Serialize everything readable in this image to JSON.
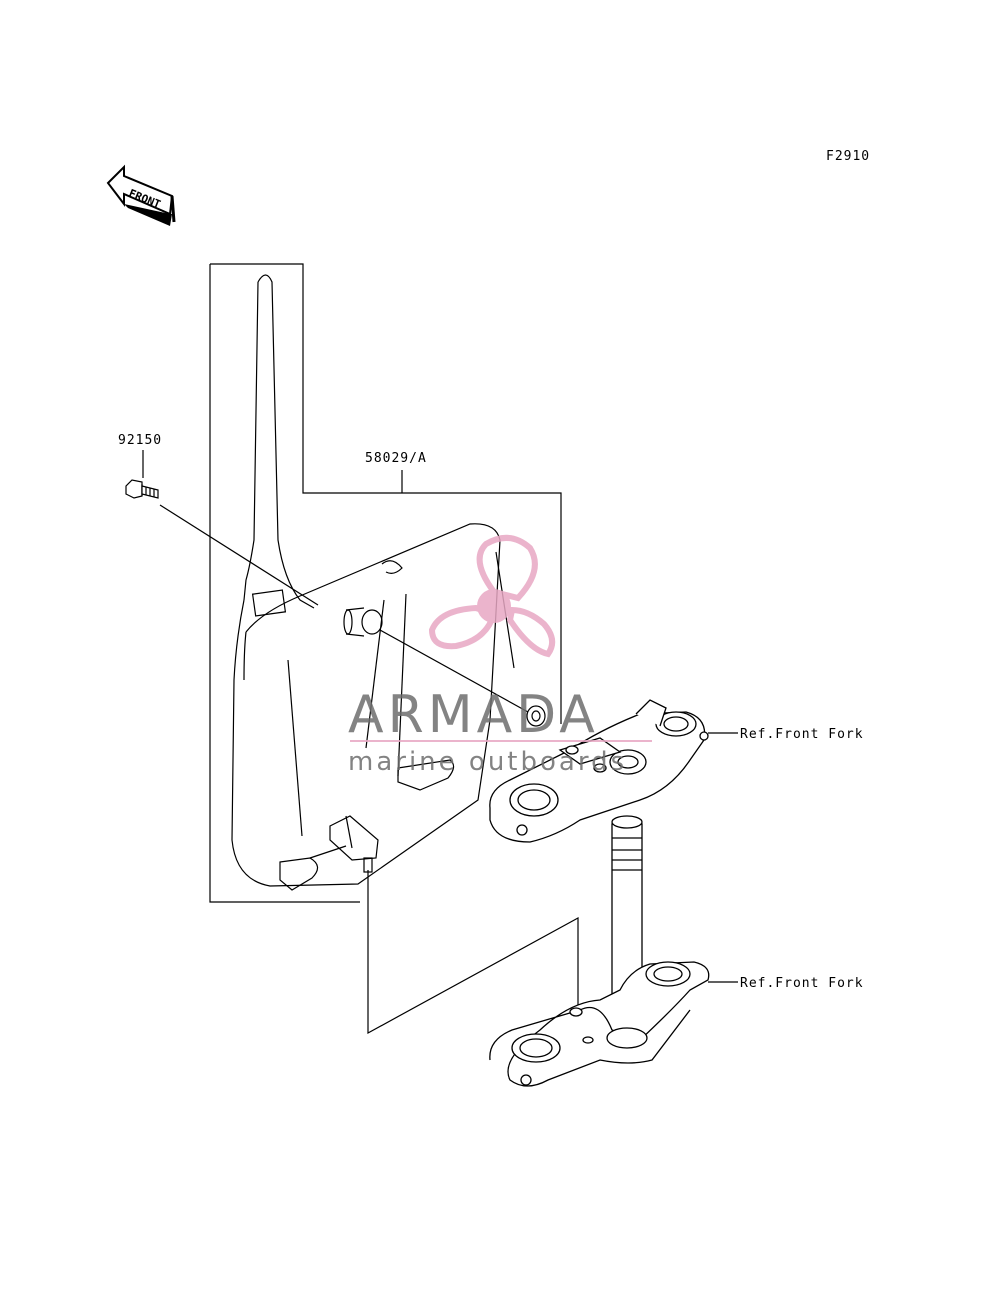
{
  "diagram_code": "F2910",
  "front_arrow_label": "FRONT",
  "callouts": {
    "bolt": "92150",
    "cowl": "58029/A",
    "ref_upper": "Ref.Front Fork",
    "ref_lower": "Ref.Front Fork"
  },
  "watermark": {
    "brand": "ARMADA",
    "tagline": "marine outboards"
  },
  "colors": {
    "line": "#000000",
    "watermark_pink": "#e8a8c4",
    "watermark_gray": "#6e6e6e"
  }
}
